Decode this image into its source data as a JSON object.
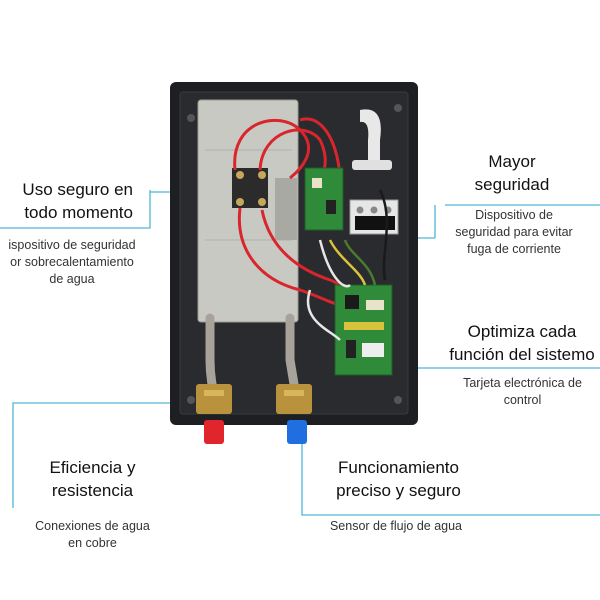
{
  "callouts": {
    "top_left": {
      "title_1": "Uso seguro en",
      "title_2": "todo momento",
      "desc_1": "ispositivo de seguridad",
      "desc_2": "or sobrecalentamiento",
      "desc_3": "de agua"
    },
    "top_right": {
      "title_1": "Mayor",
      "title_2": "seguridad",
      "desc_1": "Dispositivo de",
      "desc_2": "seguridad para evitar",
      "desc_3": "fuga de corriente"
    },
    "mid_right": {
      "title_1": "Optimiza cada",
      "title_2": "función del sistemo",
      "desc_1": "Tarjeta electrónica de",
      "desc_2": "control"
    },
    "bottom_left": {
      "title_1": "Eficiencia y",
      "title_2": "resistencia",
      "desc_1": "Conexiones de agua",
      "desc_2": "en cobre"
    },
    "bottom_right": {
      "title_1": "Funcionamiento",
      "title_2": "preciso y seguro",
      "desc_1": "Sensor de flujo de agua"
    }
  },
  "colors": {
    "leader_line": "#4fb6d8",
    "casing": "#1e1f22",
    "heater_plate": "#c9c9c4",
    "hot_inlet": "#e0252d",
    "cold_inlet": "#1f6fe0",
    "brass": "#b8923c",
    "pcb": "#2f8a3a"
  }
}
